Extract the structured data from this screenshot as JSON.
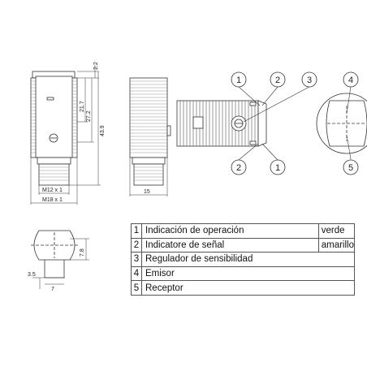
{
  "dimensions": {
    "m12": "M12 x 1",
    "m18": "M18 x 1",
    "d2_2": "2.2",
    "d21_7": "21.7",
    "d27_2": "27.2",
    "d43_9": "43.9",
    "d15": "15",
    "d7_8": "7.8",
    "d3_5": "3.5",
    "d7": "7"
  },
  "callouts": [
    "1",
    "2",
    "3",
    "4",
    "5"
  ],
  "legend": [
    {
      "num": "1",
      "desc": "Indicación de operación",
      "color": "verde"
    },
    {
      "num": "2",
      "desc": "Indicatore de señal",
      "color": "amarillo"
    },
    {
      "num": "3",
      "desc": "Regulador de sensibilidad",
      "color": ""
    },
    {
      "num": "4",
      "desc": "Emisor",
      "color": ""
    },
    {
      "num": "5",
      "desc": "Receptor",
      "color": ""
    }
  ]
}
